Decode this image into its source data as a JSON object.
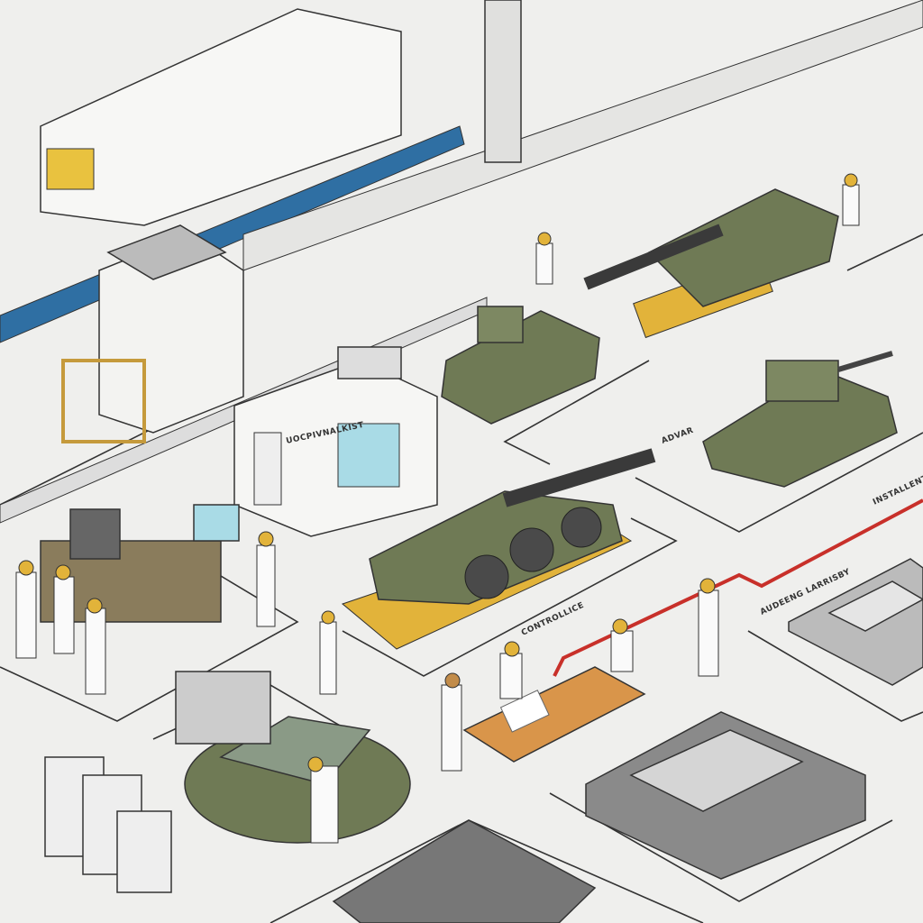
{
  "labels": {
    "building_sign": "UOCPIVNALKIST",
    "zone_advar": "ADVAR",
    "zone_install": "INSTALLENT",
    "zone_control": "CONTROLLICE",
    "zone_assembly": "AUDEENG LARRISBY"
  },
  "colors": {
    "floor": "#efefed",
    "vehicle_green": "#6f7a55",
    "caution_yellow": "#e2b33a",
    "conveyor_blue": "#2f6fa3",
    "route_red": "#c8302a",
    "table_wood": "#d9954a"
  }
}
